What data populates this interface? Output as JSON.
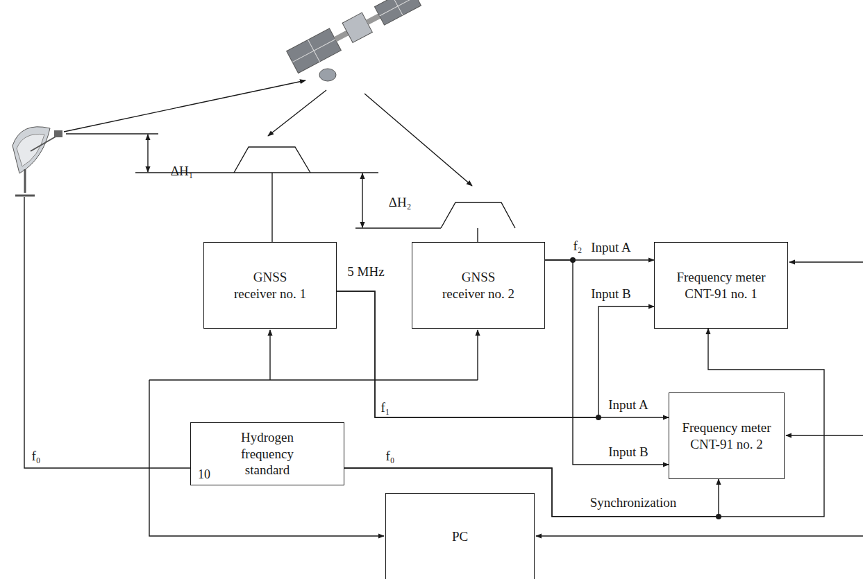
{
  "diagram": {
    "nodes": [
      {
        "text": [
          "GNSS receiver no. 1"
        ]
      },
      {
        "text": [
          "GNSS receiver no. 2"
        ]
      },
      {
        "text": [
          "Frequency meter CNT-91 no. 1"
        ]
      },
      {
        "text": [
          "Frequency meter CNT-91 no. 2"
        ]
      },
      {
        "text": [
          "Hydrogen frequency standard",
          "10"
        ]
      },
      {
        "text": [
          "PC"
        ]
      }
    ],
    "edges": [
      {
        "from": 0,
        "to": 3,
        "arrow": "to"
      },
      {
        "from": 0,
        "to": 2,
        "arrow": "to"
      },
      {
        "from": 1,
        "to": 2,
        "arrow": "to"
      },
      {
        "from": 1,
        "to": 3,
        "arrow": "to"
      },
      {
        "from": 4,
        "to": 3,
        "arrow": "to"
      },
      {
        "from": 4,
        "to": 2,
        "arrow": "to"
      }
    ],
    "labels": [
      "ΔH₁",
      "ΔH₂",
      "5 MHz",
      "f₂",
      "Input A",
      "Input B",
      "f₁",
      "Input A",
      "Input B",
      "f₀",
      "f₀",
      "Synchronization"
    ]
  }
}
